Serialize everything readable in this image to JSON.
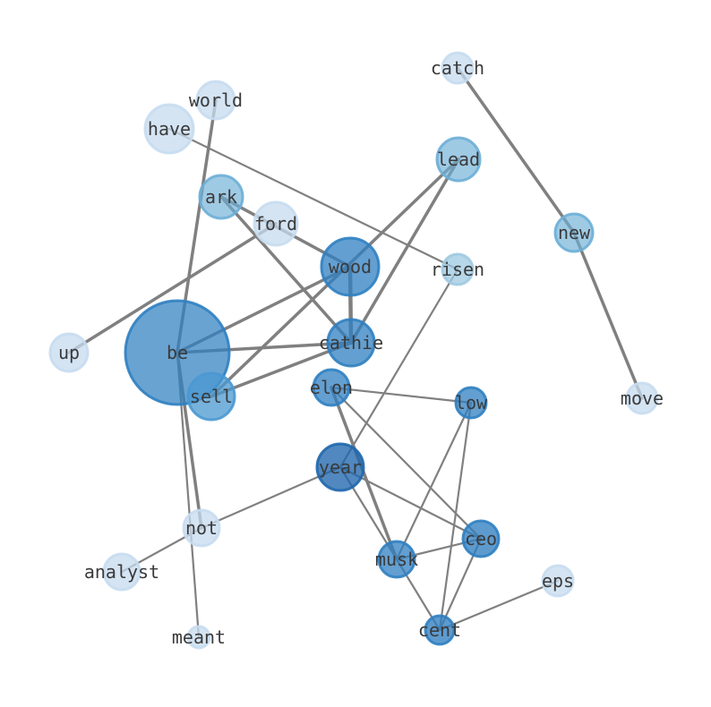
{
  "graph": {
    "colors": {
      "edge": "#808080",
      "label": "#3a3a3a",
      "node_light": "#c6dbef",
      "node_mid": "#6baed6",
      "node_dark": "#2171b5"
    },
    "nodes": [
      {
        "id": "catch",
        "label": "catch",
        "weight": 1
      },
      {
        "id": "world",
        "label": "world",
        "weight": 1
      },
      {
        "id": "have",
        "label": "have",
        "weight": 1
      },
      {
        "id": "lead",
        "label": "lead",
        "weight": 2
      },
      {
        "id": "ark",
        "label": "ark",
        "weight": 2
      },
      {
        "id": "ford",
        "label": "ford",
        "weight": 2
      },
      {
        "id": "new",
        "label": "new",
        "weight": 2
      },
      {
        "id": "wood",
        "label": "wood",
        "weight": 5
      },
      {
        "id": "risen",
        "label": "risen",
        "weight": 1
      },
      {
        "id": "up",
        "label": "up",
        "weight": 1
      },
      {
        "id": "be",
        "label": "be",
        "weight": 9
      },
      {
        "id": "cathie",
        "label": "cathie",
        "weight": 5
      },
      {
        "id": "sell",
        "label": "sell",
        "weight": 3
      },
      {
        "id": "elon",
        "label": "elon",
        "weight": 4
      },
      {
        "id": "low",
        "label": "low",
        "weight": 4
      },
      {
        "id": "move",
        "label": "move",
        "weight": 1
      },
      {
        "id": "year",
        "label": "year",
        "weight": 6
      },
      {
        "id": "not",
        "label": "not",
        "weight": 1
      },
      {
        "id": "ceo",
        "label": "ceo",
        "weight": 5
      },
      {
        "id": "musk",
        "label": "musk",
        "weight": 4
      },
      {
        "id": "analyst",
        "label": "analyst",
        "weight": 1
      },
      {
        "id": "eps",
        "label": "eps",
        "weight": 1
      },
      {
        "id": "cent",
        "label": "cent",
        "weight": 4
      },
      {
        "id": "meant",
        "label": "meant",
        "weight": 1
      }
    ],
    "edges": [
      {
        "source": "catch",
        "target": "new",
        "weight": 3
      },
      {
        "source": "new",
        "target": "move",
        "weight": 3
      },
      {
        "source": "have",
        "target": "risen",
        "weight": 2
      },
      {
        "source": "world",
        "target": "be",
        "weight": 3
      },
      {
        "source": "ark",
        "target": "wood",
        "weight": 3
      },
      {
        "source": "ark",
        "target": "cathie",
        "weight": 3
      },
      {
        "source": "ford",
        "target": "up",
        "weight": 3
      },
      {
        "source": "lead",
        "target": "sell",
        "weight": 3
      },
      {
        "source": "lead",
        "target": "cathie",
        "weight": 3
      },
      {
        "source": "wood",
        "target": "cathie",
        "weight": 5
      },
      {
        "source": "wood",
        "target": "be",
        "weight": 3
      },
      {
        "source": "be",
        "target": "cathie",
        "weight": 3
      },
      {
        "source": "sell",
        "target": "cathie",
        "weight": 3
      },
      {
        "source": "be",
        "target": "not",
        "weight": 3
      },
      {
        "source": "be",
        "target": "meant",
        "weight": 2
      },
      {
        "source": "risen",
        "target": "year",
        "weight": 2
      },
      {
        "source": "year",
        "target": "not",
        "weight": 2
      },
      {
        "source": "not",
        "target": "analyst",
        "weight": 2
      },
      {
        "source": "elon",
        "target": "low",
        "weight": 2
      },
      {
        "source": "elon",
        "target": "ceo",
        "weight": 2
      },
      {
        "source": "elon",
        "target": "musk",
        "weight": 3
      },
      {
        "source": "year",
        "target": "musk",
        "weight": 2
      },
      {
        "source": "year",
        "target": "ceo",
        "weight": 2
      },
      {
        "source": "low",
        "target": "musk",
        "weight": 2
      },
      {
        "source": "low",
        "target": "cent",
        "weight": 2
      },
      {
        "source": "ceo",
        "target": "musk",
        "weight": 2
      },
      {
        "source": "ceo",
        "target": "cent",
        "weight": 2
      },
      {
        "source": "musk",
        "target": "cent",
        "weight": 2
      },
      {
        "source": "cent",
        "target": "eps",
        "weight": 2
      }
    ]
  }
}
